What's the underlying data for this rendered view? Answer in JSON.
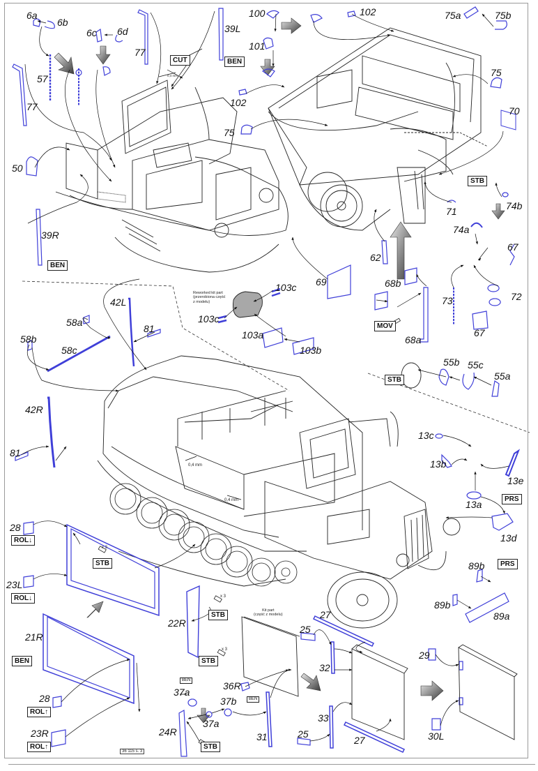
{
  "title": "Assembly instructions sheet",
  "page_ref": "36 115 s. 3",
  "colors": {
    "etch_part": "#3f3fd8",
    "line": "#111111",
    "border": "#9a9a9a"
  },
  "instruction_tags": {
    "cut": "CUT",
    "ben": "BEN",
    "stb": "STB",
    "mov": "MOV",
    "prs": "PRS",
    "rol_down": "ROL↓",
    "rol_up": "ROL↑"
  },
  "notes": {
    "reworked_kit_part": [
      "Reworked kit part",
      "(przerobiona część",
      "z modelu)"
    ],
    "kit_part": [
      "Kit part",
      "(część z modelu)"
    ],
    "dimension": "0,4 mm",
    "quantity": "x 3"
  },
  "part_labels": {
    "p6a": "6a",
    "p6b": "6b",
    "p6c": "6c",
    "p6d": "6d",
    "p57": "57",
    "p77a": "77",
    "p77b": "77",
    "p39L": "39L",
    "p39R": "39R",
    "p50": "50",
    "p100": "100",
    "p101": "101",
    "p102a": "102",
    "p102b": "102",
    "p75a": "75a",
    "p75b": "75b",
    "p75_1": "75",
    "p75_2": "75",
    "p70": "70",
    "p74a": "74a",
    "p74b": "74b",
    "p71": "71",
    "p62": "62",
    "p67a": "67",
    "p67b": "67",
    "p72": "72",
    "p73": "73",
    "p68a": "68a",
    "p68b": "68b",
    "p69": "69",
    "p103a": "103a",
    "p103b": "103b",
    "p103c1": "103c",
    "p103c2": "103c",
    "p55a": "55a",
    "p55b": "55b",
    "p55c": "55c",
    "p42L": "42L",
    "p42R": "42R",
    "p58a": "58a",
    "p58b": "58b",
    "p58c": "58c",
    "p81a": "81",
    "p81b": "81",
    "p13a": "13a",
    "p13b": "13b",
    "p13c": "13c",
    "p13d": "13d",
    "p13e": "13e",
    "p89a": "89a",
    "p89b1": "89b",
    "p89b2": "89b",
    "p28a": "28",
    "p28b": "28",
    "p23L": "23L",
    "p23R": "23R",
    "p21R": "21R",
    "p22R": "22R",
    "p24R": "24R",
    "p37a1": "37a",
    "p37a2": "37a",
    "p37b": "37b",
    "p36R": "36R",
    "p31": "31",
    "p25a": "25",
    "p25b": "25",
    "p27a": "27",
    "p27b": "27",
    "p32": "32",
    "p33": "33",
    "p29": "29",
    "p30L": "30L"
  }
}
